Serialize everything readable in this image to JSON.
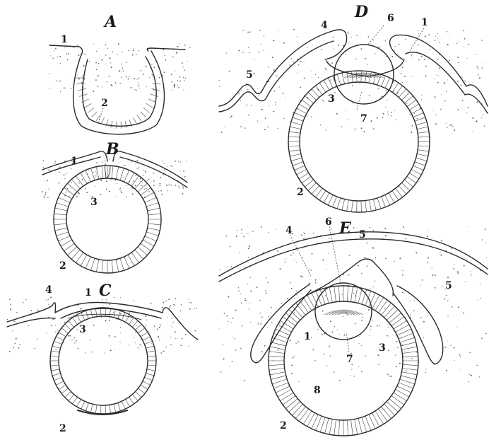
{
  "panels": [
    {
      "id": "A",
      "label": "A"
    },
    {
      "id": "B",
      "label": "B"
    },
    {
      "id": "C",
      "label": "C"
    },
    {
      "id": "D",
      "label": "D"
    },
    {
      "id": "E",
      "label": "E"
    }
  ],
  "numbers": {
    "A": [
      "1",
      "2"
    ],
    "B": [
      "1",
      "3",
      "2"
    ],
    "C": [
      "4",
      "1",
      "3",
      "2"
    ],
    "D": [
      "4",
      "6",
      "1",
      "5",
      "3",
      "7",
      "2"
    ],
    "E": [
      "4",
      "6",
      "5",
      "5",
      "1",
      "3",
      "7",
      "8",
      "2"
    ]
  },
  "colors": {
    "ink": "#2a2a2a",
    "stipple": "#666666",
    "paper": "#ffffff"
  }
}
